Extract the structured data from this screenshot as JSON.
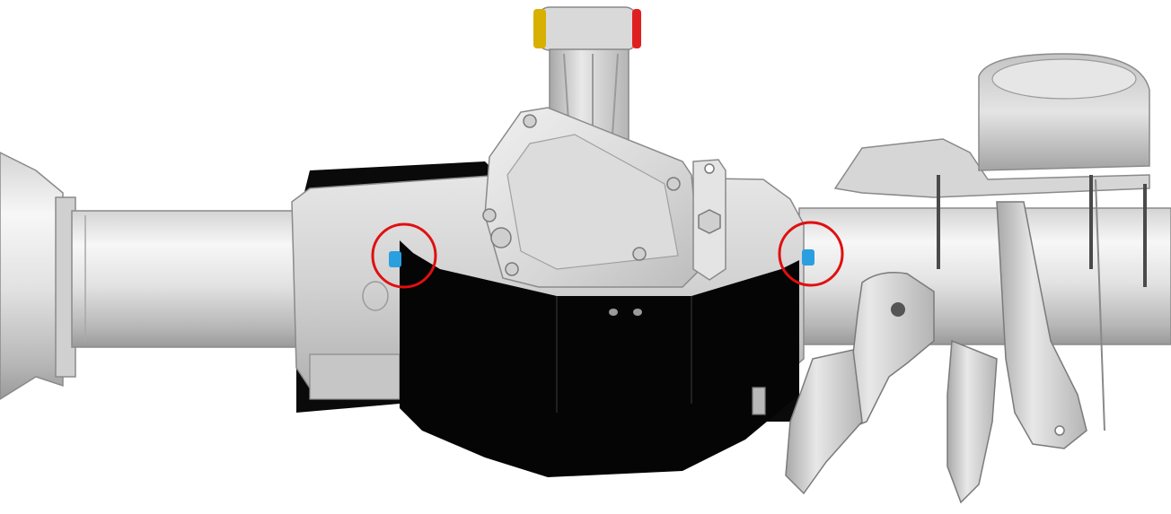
{
  "scene": {
    "subject": "rear-axle-differential-skid-plate-render",
    "colors": {
      "background": "#ffffff",
      "metal_light": "#eeeeee",
      "metal_mid": "#c8c8c8",
      "metal_dark": "#8a8a8a",
      "skid_plate": "#050505",
      "highlight_circle": "#e01010",
      "fastener": "#2a9fe0",
      "bushing_red": "#e02020",
      "bushing_yellow": "#d8b000"
    },
    "callouts": [
      {
        "label": "left-mount-point-highlight",
        "icon": "red-circle"
      },
      {
        "label": "right-mount-point-highlight",
        "icon": "red-circle"
      }
    ]
  }
}
